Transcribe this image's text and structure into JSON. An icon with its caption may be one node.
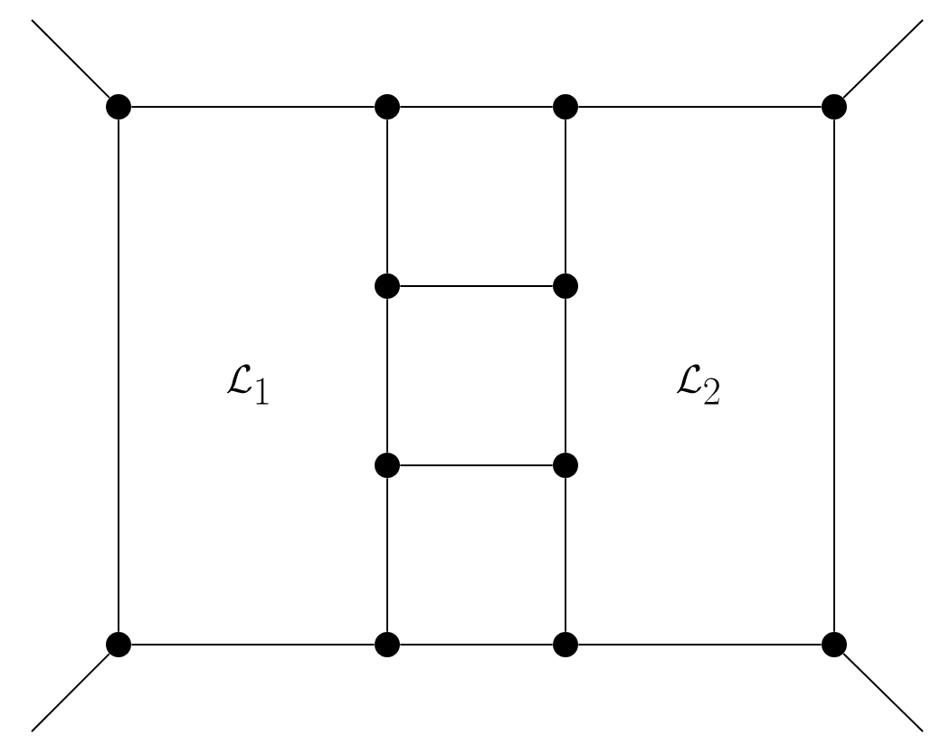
{
  "diagram": {
    "nodes": [
      {
        "text": [],
        "shape": "circle"
      },
      {
        "text": [],
        "shape": "circle"
      },
      {
        "text": [],
        "shape": "circle"
      },
      {
        "text": [],
        "shape": "circle"
      },
      {
        "text": [],
        "shape": "circle"
      },
      {
        "text": [],
        "shape": "circle"
      },
      {
        "text": [],
        "shape": "circle"
      },
      {
        "text": [],
        "shape": "circle"
      },
      {
        "text": [],
        "shape": "circle"
      },
      {
        "text": [],
        "shape": "circle"
      },
      {
        "text": [],
        "shape": "circle"
      },
      {
        "text": [],
        "shape": "circle"
      }
    ],
    "edges": [
      {
        "from": 0,
        "to": 1,
        "arrow": "none"
      },
      {
        "from": 1,
        "to": 2,
        "arrow": "none"
      },
      {
        "from": 2,
        "to": 3,
        "arrow": "none"
      },
      {
        "from": 0,
        "to": 8,
        "arrow": "none"
      },
      {
        "from": 1,
        "to": 4,
        "arrow": "none"
      },
      {
        "from": 4,
        "to": 6,
        "arrow": "none"
      },
      {
        "from": 6,
        "to": 9,
        "arrow": "none"
      },
      {
        "from": 2,
        "to": 5,
        "arrow": "none"
      },
      {
        "from": 5,
        "to": 7,
        "arrow": "none"
      },
      {
        "from": 7,
        "to": 10,
        "arrow": "none"
      },
      {
        "from": 3,
        "to": 11,
        "arrow": "none"
      },
      {
        "from": 4,
        "to": 5,
        "arrow": "none"
      },
      {
        "from": 6,
        "to": 7,
        "arrow": "none"
      },
      {
        "from": 8,
        "to": 9,
        "arrow": "none"
      },
      {
        "from": 9,
        "to": 10,
        "arrow": "none"
      },
      {
        "from": 10,
        "to": 11,
        "arrow": "none"
      },
      {
        "from": null,
        "to": 0,
        "arrow": "none"
      },
      {
        "from": null,
        "to": 3,
        "arrow": "none"
      },
      {
        "from": 8,
        "to": null,
        "arrow": "none"
      },
      {
        "from": 11,
        "to": null,
        "arrow": "none"
      }
    ],
    "labels": [
      "\\mathcal{L}_1",
      "\\mathcal{L}_2"
    ]
  }
}
